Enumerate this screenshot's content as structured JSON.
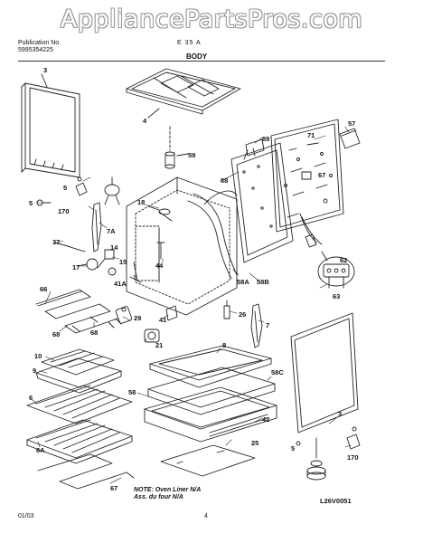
{
  "watermark": "AppliancePartsPros.com",
  "header": {
    "line1": "Publication No.",
    "line2": "5995354225",
    "model_fragment": "E  35  A",
    "section_title": "BODY"
  },
  "footer": {
    "date": "01/03",
    "page": "4",
    "note_line1": "NOTE: Oven Liner N/A",
    "note_line2": "Ass. du four N/A",
    "drawing_code": "L26V0051"
  },
  "callouts": [
    {
      "id": "c3",
      "label": "3"
    },
    {
      "id": "c4",
      "label": "4"
    },
    {
      "id": "c57",
      "label": "57"
    },
    {
      "id": "c71",
      "label": "71"
    },
    {
      "id": "c89",
      "label": "89"
    },
    {
      "id": "c67",
      "label": "67"
    },
    {
      "id": "c59",
      "label": "59"
    },
    {
      "id": "c88",
      "label": "88"
    },
    {
      "id": "c18",
      "label": "18"
    },
    {
      "id": "c5a",
      "label": "5"
    },
    {
      "id": "c5b",
      "label": "5"
    },
    {
      "id": "c170a",
      "label": "170"
    },
    {
      "id": "c7a",
      "label": "7A"
    },
    {
      "id": "c37",
      "label": "37"
    },
    {
      "id": "c14",
      "label": "14"
    },
    {
      "id": "c17",
      "label": "17"
    },
    {
      "id": "c15",
      "label": "15"
    },
    {
      "id": "c44",
      "label": "44"
    },
    {
      "id": "c41a",
      "label": "41A"
    },
    {
      "id": "c58a",
      "label": "58A"
    },
    {
      "id": "c58b",
      "label": "58B"
    },
    {
      "id": "c62",
      "label": "62"
    },
    {
      "id": "c63",
      "label": "63"
    },
    {
      "id": "c66",
      "label": "66"
    },
    {
      "id": "c68a",
      "label": "68"
    },
    {
      "id": "c68b",
      "label": "68"
    },
    {
      "id": "c29",
      "label": "29"
    },
    {
      "id": "c41",
      "label": "41"
    },
    {
      "id": "c21",
      "label": "21"
    },
    {
      "id": "c26",
      "label": "26"
    },
    {
      "id": "c7",
      "label": "7"
    },
    {
      "id": "c10",
      "label": "10"
    },
    {
      "id": "c9",
      "label": "9"
    },
    {
      "id": "c6",
      "label": "6"
    },
    {
      "id": "c6a",
      "label": "6A"
    },
    {
      "id": "c8",
      "label": "8"
    },
    {
      "id": "c58c",
      "label": "58C"
    },
    {
      "id": "c58",
      "label": "58"
    },
    {
      "id": "c42",
      "label": "42"
    },
    {
      "id": "c25",
      "label": "25"
    },
    {
      "id": "c3b",
      "label": "3"
    },
    {
      "id": "c5c",
      "label": "5"
    },
    {
      "id": "c170b",
      "label": "170"
    },
    {
      "id": "c67b",
      "label": "67"
    }
  ]
}
